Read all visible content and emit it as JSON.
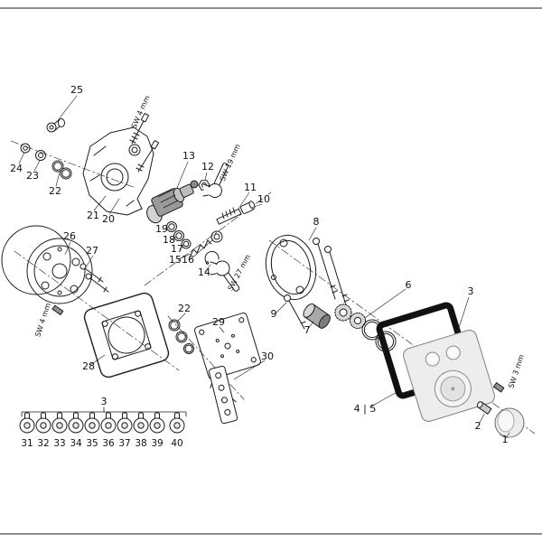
{
  "colors": {
    "line": "#1c1c1c",
    "chrome": "#ededed",
    "seal_frame": "#111111"
  },
  "callouts": {
    "part25": "25",
    "part24": "24",
    "part23": "23",
    "part22a": "22",
    "part21": "21",
    "part20": "20",
    "part13": "13",
    "part12": "12",
    "part11": "11",
    "part10": "10",
    "part19": "19",
    "part18": "18",
    "part17": "17",
    "part15": "15",
    "part16": "16",
    "part14": "14",
    "part8": "8",
    "part9": "9",
    "part7": "7",
    "part6": "6",
    "part26": "26",
    "part27": "27",
    "part28": "28",
    "part22b": "22",
    "part29": "29",
    "part30": "30",
    "part3_plate": "3",
    "part4_5": "4 | 5",
    "part2": "2",
    "part1": "1",
    "group3_handles": "3",
    "row": [
      "31",
      "32",
      "33",
      "34",
      "35",
      "36",
      "37",
      "38",
      "39",
      "40"
    ]
  },
  "tool_labels": {
    "sw4_top": "SW 4 mm",
    "sw19": "SW 19 mm",
    "sw27": "SW 27 mm",
    "sw4_left": "SW 4 mm",
    "sw3_right": "SW 3 mm"
  }
}
